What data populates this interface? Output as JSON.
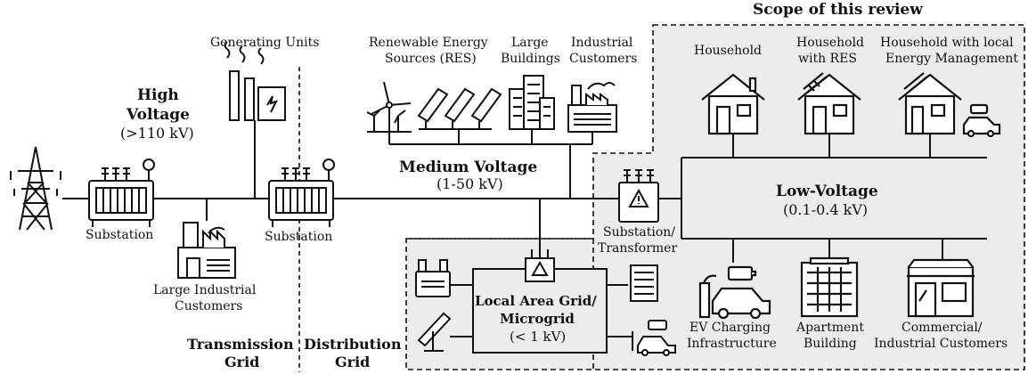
{
  "scope_title": "Scope of this review",
  "generating_units": "Generating Units",
  "high_voltage": {
    "title_line1": "High",
    "title_line2": "Voltage",
    "range": "(>110 kV)"
  },
  "substation_1": "Substation",
  "substation_2": "Substation",
  "large_industrial": {
    "line1": "Large Industrial",
    "line2": "Customers"
  },
  "transmission_grid": {
    "line1": "Transmission",
    "line2": "Grid"
  },
  "distribution_grid": {
    "line1": "Distribution",
    "line2": "Grid"
  },
  "res": {
    "line1": "Renewable Energy",
    "line2": "Sources (RES)"
  },
  "large_buildings": {
    "line1": "Large",
    "line2": "Buildings"
  },
  "industrial_customers_top": {
    "line1": "Industrial",
    "line2": "Customers"
  },
  "medium_voltage": {
    "title": "Medium Voltage",
    "range": "(1-50 kV)"
  },
  "substation_transformer": {
    "line1": "Substation/",
    "line2": "Transformer"
  },
  "low_voltage": {
    "title": "Low-Voltage",
    "range": "(0.1-0.4 kV)"
  },
  "household": "Household",
  "household_res": {
    "line1": "Household",
    "line2": "with RES"
  },
  "household_local": {
    "line1": "Household with local",
    "line2": "Energy Management"
  },
  "microgrid": {
    "line1": "Local Area Grid/",
    "line2": "Microgrid",
    "range": "(< 1 kV)"
  },
  "ev_charging": {
    "line1": "EV Charging",
    "line2": "Infrastructure"
  },
  "apartment": {
    "line1": "Apartment",
    "line2": "Building"
  },
  "commercial": {
    "line1": "Commercial/",
    "line2": "Industrial Customers"
  }
}
